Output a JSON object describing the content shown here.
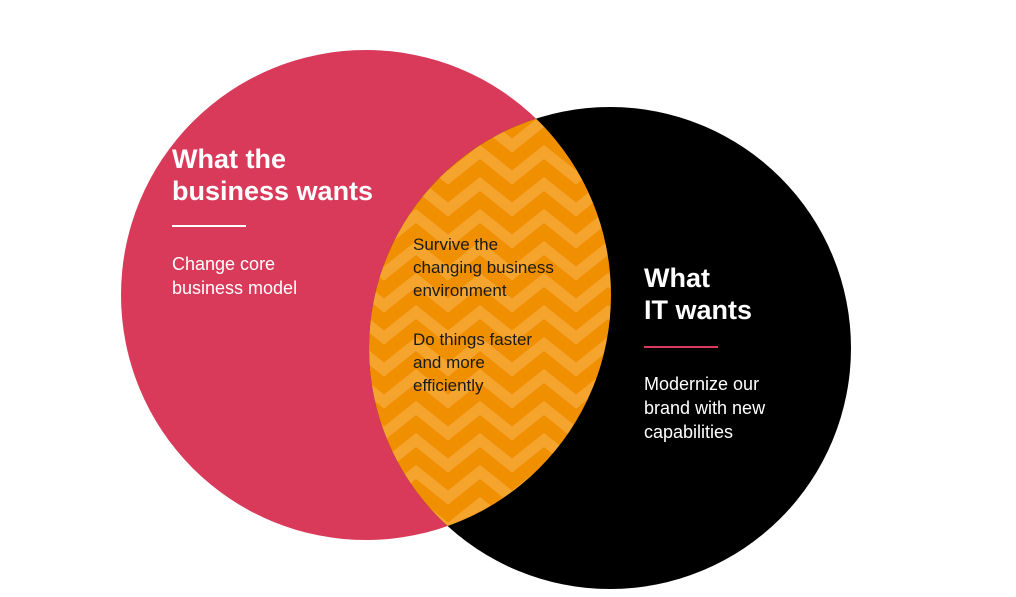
{
  "colors": {
    "business_circle": "#d93a5a",
    "it_circle": "#000000",
    "overlap_base": "#f08f00",
    "overlap_stripe": "#f5a52e",
    "business_rule": "#ffffff",
    "it_rule": "#d93a5a",
    "text_light": "#ffffff",
    "text_dark": "#1a1a1a"
  },
  "business": {
    "title_line1": "What the",
    "title_line2": "business wants",
    "desc_line1": "Change core",
    "desc_line2": "business model"
  },
  "it": {
    "title_line1": "What",
    "title_line2": "IT wants",
    "desc_line1": "Modernize our",
    "desc_line2": "brand with new",
    "desc_line3": "capabilities"
  },
  "shared": {
    "item1_line1": "Survive the",
    "item1_line2": "changing business",
    "item1_line3": "environment",
    "item2_line1": "Do things faster",
    "item2_line2": "and more",
    "item2_line3": "efficiently"
  }
}
